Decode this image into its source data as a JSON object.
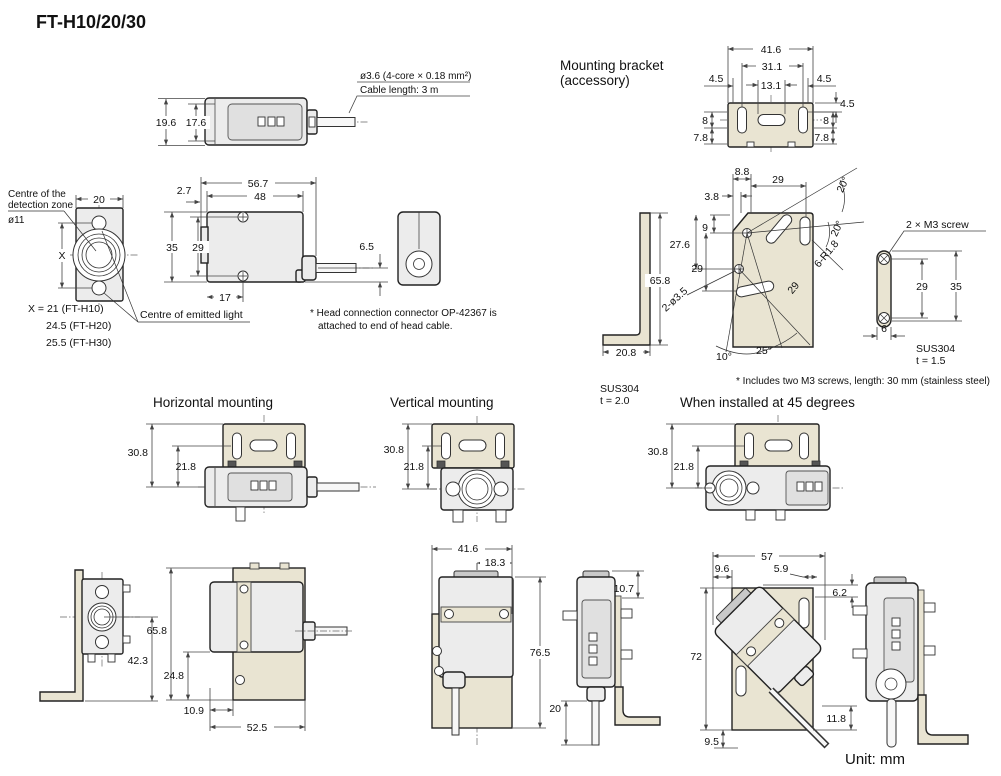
{
  "title": "FT-H10/20/30",
  "unit_label": "Unit: mm",
  "headings": {
    "bracket1": "Mounting bracket",
    "bracket2": "(accessory)",
    "horizontal": "Horizontal mounting",
    "vertical": "Vertical mounting",
    "deg45": "When installed at 45 degrees"
  },
  "head_view": {
    "d196": "19.6",
    "d176": "17.6",
    "cable_spec": "ø3.6 (4-core × 0.18 mm²)",
    "cable_len": "Cable length: 3 m"
  },
  "front_view": {
    "l1": "Centre of the",
    "l2": "detection zone",
    "dia": "ø11",
    "w": "20",
    "x": "X",
    "xeq1": "X = 21 (FT-H10)",
    "xeq2": "24.5 (FT-H20)",
    "xeq3": "25.5 (FT-H30)",
    "emitted": "Centre of emitted light"
  },
  "side_view": {
    "d567": "56.7",
    "d48": "48",
    "d27": "2.7",
    "d35": "35",
    "d29": "29",
    "d17": "17",
    "d65": "6.5",
    "note1": "* Head connection connector OP-42367 is",
    "note2": "attached to end of head cable."
  },
  "bracket_top": {
    "d416": "41.6",
    "d311": "31.1",
    "d131": "13.1",
    "d45l": "4.5",
    "d45r": "4.5",
    "d45s": "4.5",
    "d8l": "8",
    "d78l": "7.8",
    "d8r": "8",
    "d78r": "7.8"
  },
  "bracket_l": {
    "d658": "65.8",
    "d208": "20.8",
    "sus": "SUS304",
    "t": "t = 2.0"
  },
  "bracket_face": {
    "d88": "8.8",
    "d29a": "29",
    "d38": "3.8",
    "d9": "9",
    "d276": "27.6",
    "d29b": "29",
    "holes": "2-ø3.5",
    "a20a": "20°",
    "a20b": "20°",
    "r18": "6-R1.8",
    "r29": "29",
    "a10": "10°",
    "a25": "25°",
    "note": "* Includes two M3 screws, length: 30 mm (stainless steel)"
  },
  "plate": {
    "label": "2 × M3 screw",
    "d29": "29",
    "d35": "35",
    "d6": "6",
    "sus": "SUS304",
    "t": "t = 1.5"
  },
  "horiz": {
    "d308": "30.8",
    "d218": "21.8",
    "d423": "42.3",
    "d658": "65.8",
    "d248": "24.8",
    "d109": "10.9",
    "d525": "52.5"
  },
  "vert": {
    "d308": "30.8",
    "d218": "21.8",
    "d416": "41.6",
    "d183": "18.3",
    "d765": "76.5",
    "d107": "10.7",
    "d20": "20"
  },
  "deg45": {
    "d308": "30.8",
    "d218": "21.8",
    "d57": "57",
    "d96": "9.6",
    "d59": "5.9",
    "d62": "6.2",
    "d72": "72",
    "d118": "11.8",
    "d95": "9.5"
  },
  "colors": {
    "bracket_fill": "#e9e4d2",
    "body_fill": "#ececec",
    "panel_fill": "#e0e0e0",
    "line": "#222222"
  }
}
